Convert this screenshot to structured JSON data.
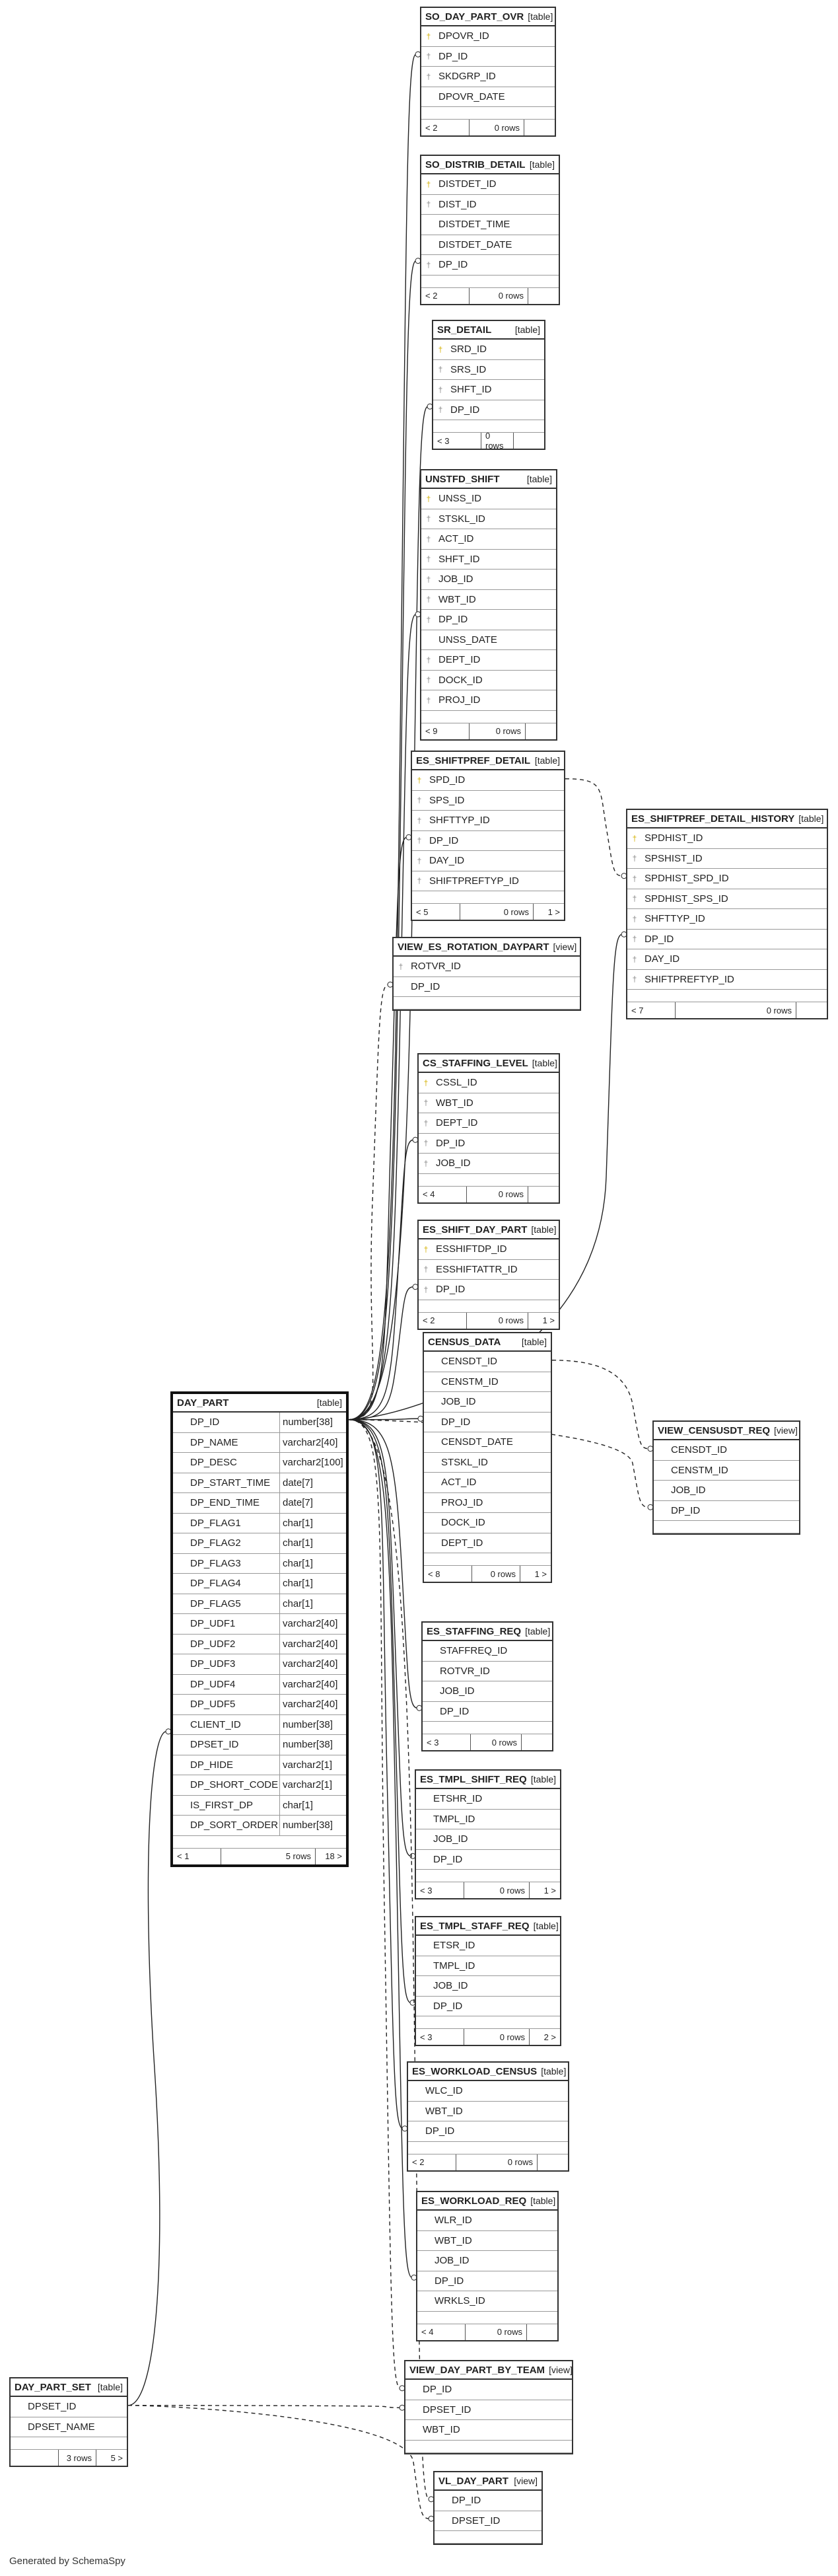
{
  "generated_by": "Generated by SchemaSpy",
  "type_label_table": "[table]",
  "type_label_view": "[view]",
  "tables": {
    "so_day_part_ovr": {
      "name": "SO_DAY_PART_OVR",
      "type": "[table]",
      "columns": [
        "DPOVR_ID",
        "DP_ID",
        "SKDGRP_ID",
        "DPOVR_DATE"
      ],
      "footer": [
        "< 2",
        "0 rows",
        ""
      ]
    },
    "so_distrib_detail": {
      "name": "SO_DISTRIB_DETAIL",
      "type": "[table]",
      "columns": [
        "DISTDET_ID",
        "DIST_ID",
        "DISTDET_TIME",
        "DISTDET_DATE",
        "DP_ID"
      ],
      "footer": [
        "< 2",
        "0 rows",
        ""
      ]
    },
    "sr_detail": {
      "name": "SR_DETAIL",
      "type": "[table]",
      "columns": [
        "SRD_ID",
        "SRS_ID",
        "SHFT_ID",
        "DP_ID"
      ],
      "footer": [
        "< 3",
        "0 rows",
        ""
      ]
    },
    "unstfd_shift": {
      "name": "UNSTFD_SHIFT",
      "type": "[table]",
      "columns": [
        "UNSS_ID",
        "STSKL_ID",
        "ACT_ID",
        "SHFT_ID",
        "JOB_ID",
        "WBT_ID",
        "DP_ID",
        "UNSS_DATE",
        "DEPT_ID",
        "DOCK_ID",
        "PROJ_ID"
      ],
      "footer": [
        "< 9",
        "0 rows",
        ""
      ]
    },
    "es_shiftpref_detail": {
      "name": "ES_SHIFTPREF_DETAIL",
      "type": "[table]",
      "columns": [
        "SPD_ID",
        "SPS_ID",
        "SHFTTYP_ID",
        "DP_ID",
        "DAY_ID",
        "SHIFTPREFTYP_ID"
      ],
      "footer": [
        "< 5",
        "0 rows",
        "1 >"
      ]
    },
    "es_shiftpref_detail_history": {
      "name": "ES_SHIFTPREF_DETAIL_HISTORY",
      "type": "[table]",
      "columns": [
        "SPDHIST_ID",
        "SPSHIST_ID",
        "SPDHIST_SPD_ID",
        "SPDHIST_SPS_ID",
        "SHFTTYP_ID",
        "DP_ID",
        "DAY_ID",
        "SHIFTPREFTYP_ID"
      ],
      "footer": [
        "< 7",
        "0 rows",
        ""
      ]
    },
    "view_es_rotation_daypart": {
      "name": "VIEW_ES_ROTATION_DAYPART",
      "type": "[view]",
      "columns": [
        "ROTVR_ID",
        "DP_ID"
      ],
      "footer": []
    },
    "cs_staffing_level": {
      "name": "CS_STAFFING_LEVEL",
      "type": "[table]",
      "columns": [
        "CSSL_ID",
        "WBT_ID",
        "DEPT_ID",
        "DP_ID",
        "JOB_ID"
      ],
      "footer": [
        "< 4",
        "0 rows",
        ""
      ]
    },
    "es_shift_day_part": {
      "name": "ES_SHIFT_DAY_PART",
      "type": "[table]",
      "columns": [
        "ESSHIFTDP_ID",
        "ESSHIFTATTR_ID",
        "DP_ID"
      ],
      "footer": [
        "< 2",
        "0 rows",
        "1 >"
      ]
    },
    "census_data": {
      "name": "CENSUS_DATA",
      "type": "[table]",
      "columns": [
        "CENSDT_ID",
        "CENSTM_ID",
        "JOB_ID",
        "DP_ID",
        "CENSDT_DATE",
        "STSKL_ID",
        "ACT_ID",
        "PROJ_ID",
        "DOCK_ID",
        "DEPT_ID"
      ],
      "footer": [
        "< 8",
        "0 rows",
        "1 >"
      ]
    },
    "view_censusdt_req": {
      "name": "VIEW_CENSUSDT_REQ",
      "type": "[view]",
      "columns": [
        "CENSDT_ID",
        "CENSTM_ID",
        "JOB_ID",
        "DP_ID"
      ],
      "footer": []
    },
    "day_part": {
      "name": "DAY_PART",
      "type": "[table]",
      "columns": [
        [
          "DP_ID",
          "number[38]"
        ],
        [
          "DP_NAME",
          "varchar2[40]"
        ],
        [
          "DP_DESC",
          "varchar2[100]"
        ],
        [
          "DP_START_TIME",
          "date[7]"
        ],
        [
          "DP_END_TIME",
          "date[7]"
        ],
        [
          "DP_FLAG1",
          "char[1]"
        ],
        [
          "DP_FLAG2",
          "char[1]"
        ],
        [
          "DP_FLAG3",
          "char[1]"
        ],
        [
          "DP_FLAG4",
          "char[1]"
        ],
        [
          "DP_FLAG5",
          "char[1]"
        ],
        [
          "DP_UDF1",
          "varchar2[40]"
        ],
        [
          "DP_UDF2",
          "varchar2[40]"
        ],
        [
          "DP_UDF3",
          "varchar2[40]"
        ],
        [
          "DP_UDF4",
          "varchar2[40]"
        ],
        [
          "DP_UDF5",
          "varchar2[40]"
        ],
        [
          "CLIENT_ID",
          "number[38]"
        ],
        [
          "DPSET_ID",
          "number[38]"
        ],
        [
          "DP_HIDE",
          "varchar2[1]"
        ],
        [
          "DP_SHORT_CODE",
          "varchar2[1]"
        ],
        [
          "IS_FIRST_DP",
          "char[1]"
        ],
        [
          "DP_SORT_ORDER",
          "number[38]"
        ]
      ],
      "footer": [
        "< 1",
        "5 rows",
        "18 >"
      ]
    },
    "es_staffing_req": {
      "name": "ES_STAFFING_REQ",
      "type": "[table]",
      "columns": [
        "STAFFREQ_ID",
        "ROTVR_ID",
        "JOB_ID",
        "DP_ID"
      ],
      "footer": [
        "< 3",
        "0 rows",
        ""
      ]
    },
    "es_tmpl_shift_req": {
      "name": "ES_TMPL_SHIFT_REQ",
      "type": "[table]",
      "columns": [
        "ETSHR_ID",
        "TMPL_ID",
        "JOB_ID",
        "DP_ID"
      ],
      "footer": [
        "< 3",
        "0 rows",
        "1 >"
      ]
    },
    "es_tmpl_staff_req": {
      "name": "ES_TMPL_STAFF_REQ",
      "type": "[table]",
      "columns": [
        "ETSR_ID",
        "TMPL_ID",
        "JOB_ID",
        "DP_ID"
      ],
      "footer": [
        "< 3",
        "0 rows",
        "2 >"
      ]
    },
    "es_workload_census": {
      "name": "ES_WORKLOAD_CENSUS",
      "type": "[table]",
      "columns": [
        "WLC_ID",
        "WBT_ID",
        "DP_ID"
      ],
      "footer": [
        "< 2",
        "0 rows",
        ""
      ]
    },
    "es_workload_req": {
      "name": "ES_WORKLOAD_REQ",
      "type": "[table]",
      "columns": [
        "WLR_ID",
        "WBT_ID",
        "JOB_ID",
        "DP_ID",
        "WRKLS_ID"
      ],
      "footer": [
        "< 4",
        "0 rows",
        ""
      ]
    },
    "view_day_part_by_team": {
      "name": "VIEW_DAY_PART_BY_TEAM",
      "type": "[view]",
      "columns": [
        "DP_ID",
        "DPSET_ID",
        "WBT_ID"
      ],
      "footer": []
    },
    "day_part_set": {
      "name": "DAY_PART_SET",
      "type": "[table]",
      "columns": [
        "DPSET_ID",
        "DPSET_NAME"
      ],
      "footer": [
        "",
        "3 rows",
        "5 >"
      ]
    },
    "vl_day_part": {
      "name": "VL_DAY_PART",
      "type": "[view]",
      "columns": [
        "DP_ID",
        "DPSET_ID"
      ],
      "footer": []
    }
  }
}
